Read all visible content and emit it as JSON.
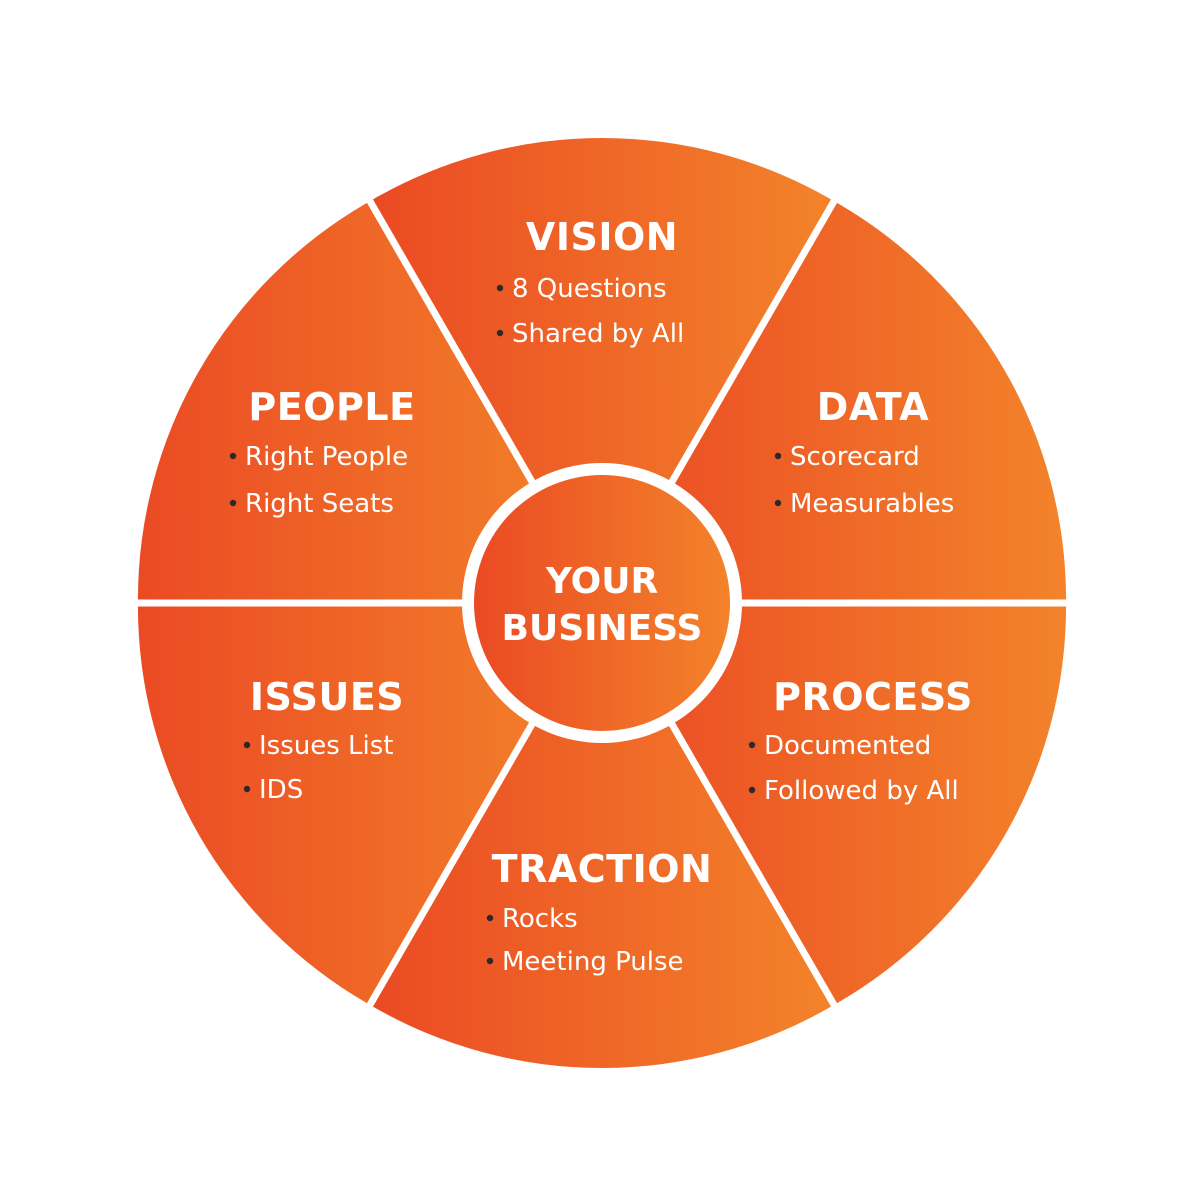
{
  "colors": {
    "gradient_start": "#eb4a24",
    "gradient_end": "#f3832a",
    "separator": "#ffffff",
    "bullet": "#2a2a2a",
    "text": "#ffffff"
  },
  "center": {
    "line1": "YOUR",
    "line2": "BUSINESS"
  },
  "segments": [
    {
      "id": "vision",
      "title": "VISION",
      "items": [
        "8 Questions",
        "Shared by All"
      ]
    },
    {
      "id": "data",
      "title": "DATA",
      "items": [
        "Scorecard",
        "Measurables"
      ]
    },
    {
      "id": "process",
      "title": "PROCESS",
      "items": [
        "Documented",
        "Followed by All"
      ]
    },
    {
      "id": "traction",
      "title": "TRACTION",
      "items": [
        "Rocks",
        "Meeting Pulse"
      ]
    },
    {
      "id": "issues",
      "title": "ISSUES",
      "items": [
        "Issues List",
        "IDS"
      ]
    },
    {
      "id": "people",
      "title": "PEOPLE",
      "items": [
        "Right People",
        "Right Seats"
      ]
    }
  ]
}
